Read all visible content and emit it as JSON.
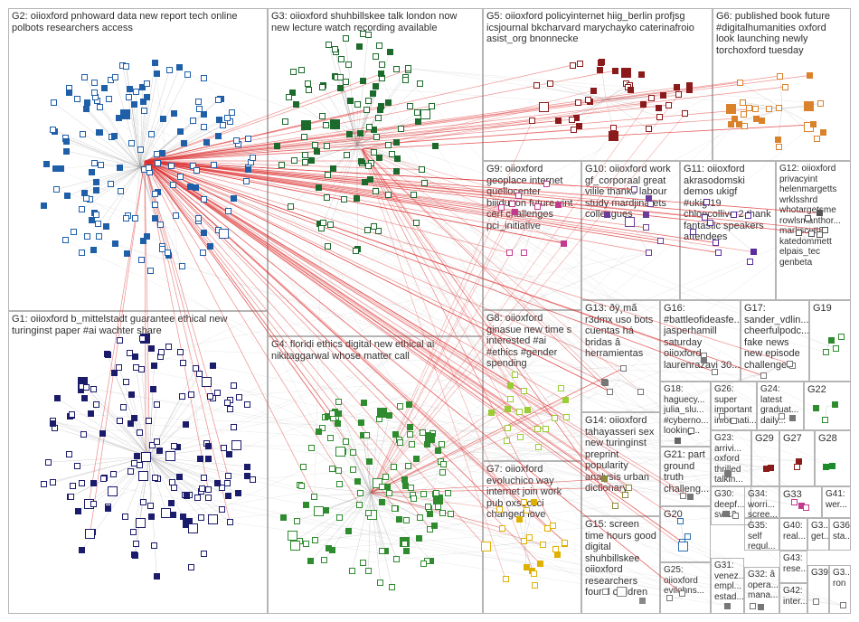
{
  "groups": [
    {
      "id": "G2",
      "label": "G2: oiioxford pnhoward data new report tech online\npolbots researchers access",
      "color": "#1f5fa8"
    },
    {
      "id": "G3",
      "label": "G3: oiioxford shuhbillskee talk london now\nnew lecture watch recording available",
      "color": "#1d6b2c"
    },
    {
      "id": "G5",
      "label": "G5: oiioxford policyinternet hiig_berlin profjsg\nicsjournal bkcharvard marychayko caterinafroio\nasist_org bnonnecke",
      "color": "#8b1a1a"
    },
    {
      "id": "G6",
      "label": "G6: published book future\n#digitalhumanities oxford\nlook launching newly\ntorchoxford tuesday",
      "color": "#d9822b"
    },
    {
      "id": "G9",
      "label": "G9: oiioxford\ngeoplace internet\nquellocenter\nbiiidutton future vint\ncerf challenges\npci_initiative",
      "color": "#c23b8e"
    },
    {
      "id": "G10",
      "label": "G10: oiioxford work\ngf_corporaal great\nvilile thanks labour\nstudy mardjinarets\ncolleagues",
      "color": "#6a3d9a"
    },
    {
      "id": "G11",
      "label": "G11: oiioxford\nakrasodomski\ndemos ukigf\n#ukigf19\nchloecolliver2 thank\nfantastic speakers\nattendees",
      "color": "#5a2ca0"
    },
    {
      "id": "G12",
      "label": "G12: oiioxford\nprivacyint\nhelenmargetts\nwrklsshrd\nwhotargetsme\nrowlsmanthor...\nmarkscott82\nkatedommett\nelpais_tec\ngenbeta",
      "color": "#555555"
    },
    {
      "id": "G1",
      "label": "G1: oiioxford b_mittelstadt guarantee ethical new\nturinginst paper #ai wachter share",
      "color": "#1b1b6b"
    },
    {
      "id": "G4",
      "label": "G4: floridi ethics digital new ethical ai\nnikitaggarwal whose matter call",
      "color": "#2e8b2e"
    },
    {
      "id": "G8",
      "label": "G8: oiioxford\nginasue new time s\ninterested #ai\n#ethics #gender\nspending",
      "color": "#9acd32"
    },
    {
      "id": "G7",
      "label": "G7: oiioxford\nevoluchico way\ninternet join work\npub oxsocsci\nchanged love",
      "color": "#e0b000"
    },
    {
      "id": "G13",
      "label": "G13: ðÿ¸mã\nr3dmx uso bots\ncuentas há\nbridas â\nherramientas",
      "color": "#777777"
    },
    {
      "id": "G14",
      "label": "G14: oiioxford\ntahayasseri sex\nnew turinginst\npreprint\npopularity\nanalysis urban\ndictionary",
      "color": "#8b8b3a"
    },
    {
      "id": "G15",
      "label": "G15: screen\ntime hours good\ndigital\nshuhbillskee\noiioxford\nresearchers\nfound children",
      "color": "#888888"
    },
    {
      "id": "G16",
      "label": "G16:\n#battleofideasfe...\njasperhamill\nsaturday\noiioxford\nlaurenrazavi 30...",
      "color": "#777777"
    },
    {
      "id": "G17",
      "label": "G17:\nsander_vdlin...\ncheerfulpodc...\nfake news\nnew episode\nchallenge...",
      "color": "#777777"
    },
    {
      "id": "G19",
      "label": "G19",
      "color": "#2e8b2e"
    },
    {
      "id": "G18",
      "label": "G18:\nhaguecy...\njulia_slu...\n#cyberno...\nlooking...",
      "color": "#666666"
    },
    {
      "id": "G26",
      "label": "G26:\nsuper\nimportant\ninformati...",
      "color": "#777777"
    },
    {
      "id": "G24",
      "label": "G24:\nlatest\ngraduat...\ndaily...",
      "color": "#777777"
    },
    {
      "id": "G22",
      "label": "G22",
      "color": "#2e8b2e"
    },
    {
      "id": "G21",
      "label": "G21: part\nground\ntruth\nchalleng...",
      "color": "#777777"
    },
    {
      "id": "G23",
      "label": "G23:\narrivi...\noxford\nthrilled\ntalkin...",
      "color": "#777777"
    },
    {
      "id": "G29",
      "label": "G29",
      "color": "#8b1a1a"
    },
    {
      "id": "G27",
      "label": "G27",
      "color": "#8b1a1a"
    },
    {
      "id": "G28",
      "label": "G28",
      "color": "#1d8b2c"
    },
    {
      "id": "G20",
      "label": "G20",
      "color": "#2a6fb0"
    },
    {
      "id": "G30",
      "label": "G30:\ndeepf...\nsvr13",
      "color": "#777777"
    },
    {
      "id": "G34",
      "label": "G34:\nworri...\nscree...",
      "color": "#777777"
    },
    {
      "id": "G33",
      "label": "G33",
      "color": "#c23b8e"
    },
    {
      "id": "G41",
      "label": "G41:\nwer...",
      "color": "#777777"
    },
    {
      "id": "G35",
      "label": "G35:\nself\nregul...",
      "color": "#777777"
    },
    {
      "id": "G40",
      "label": "G40:\nreal...",
      "color": "#777777"
    },
    {
      "id": "G37",
      "label": "G3...\nget...",
      "color": "#777777"
    },
    {
      "id": "G36",
      "label": "G36\nsta...",
      "color": "#777777"
    },
    {
      "id": "G43",
      "label": "G43:\nrese...",
      "color": "#777777"
    },
    {
      "id": "G25",
      "label": "G25:\noiioxford\nevilohns...",
      "color": "#777777"
    },
    {
      "id": "G31",
      "label": "G31:\nvenez...\nempl...\nestad...",
      "color": "#777777"
    },
    {
      "id": "G32",
      "label": "G32: â\nopera...\nmana...",
      "color": "#777777"
    },
    {
      "id": "G42",
      "label": "G42:\ninter...",
      "color": "#777777"
    },
    {
      "id": "G39",
      "label": "G39",
      "color": "#777777"
    },
    {
      "id": "G38",
      "label": "G3...\nron",
      "color": "#777777"
    }
  ]
}
